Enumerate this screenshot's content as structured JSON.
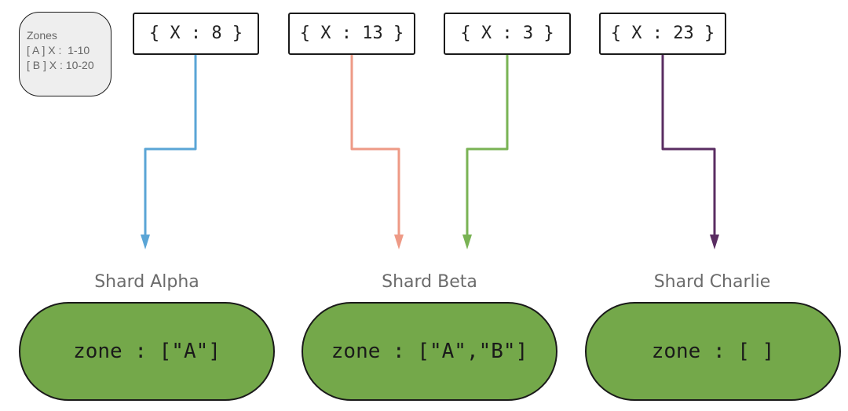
{
  "legend": {
    "title": "Zones",
    "line_a": "[ A ] X :  1-10",
    "line_b": "[ B ] X : 10-20"
  },
  "documents": [
    {
      "label": "{ X : 8 }"
    },
    {
      "label": "{ X : 13 }"
    },
    {
      "label": "{ X : 3 }"
    },
    {
      "label": "{ X : 23 }"
    }
  ],
  "shards": [
    {
      "title": "Shard Alpha",
      "zone": "zone : [\"A\"]"
    },
    {
      "title": "Shard Beta",
      "zone": "zone : [\"A\",\"B\"]"
    },
    {
      "title": "Shard Charlie",
      "zone": "zone : [ ]"
    }
  ],
  "colors": {
    "arrow_x8": "#5aa5d6",
    "arrow_x13": "#ee9a86",
    "arrow_x3": "#79b354",
    "arrow_x23": "#5a2d62",
    "shard_fill": "#74a84a",
    "legend_fill": "#eeeeee"
  }
}
